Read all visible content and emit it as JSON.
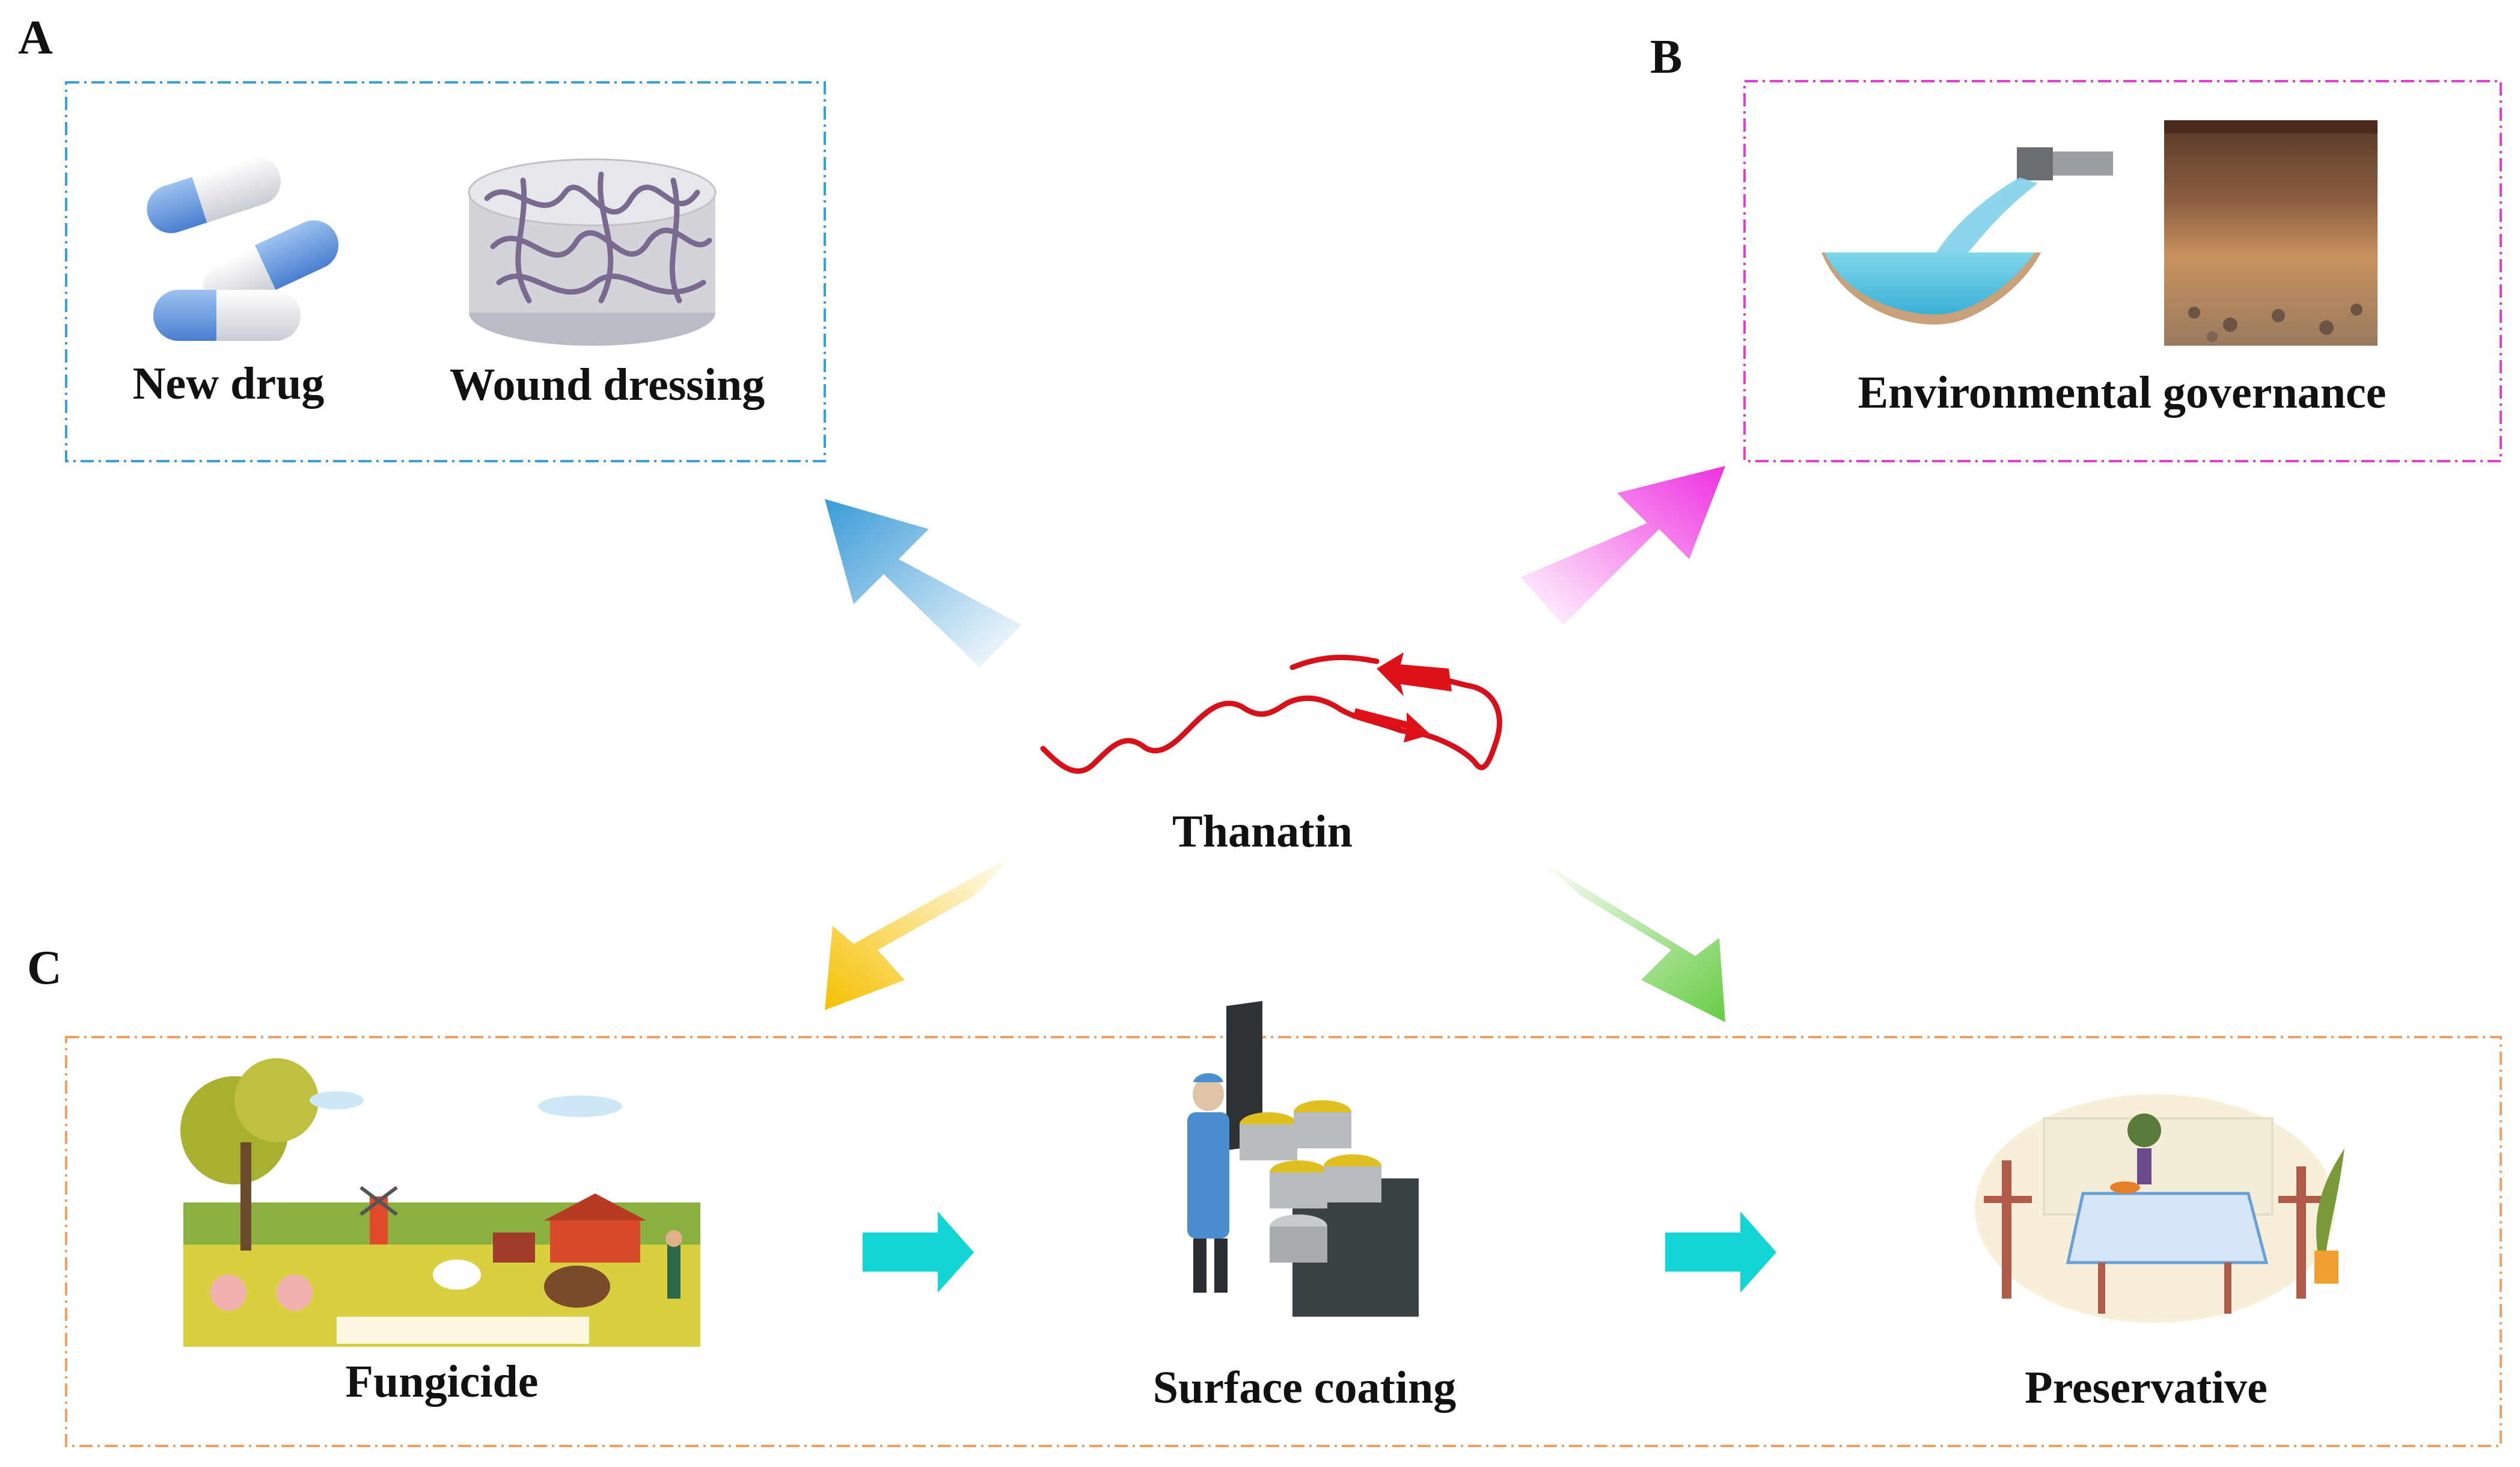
{
  "panels": {
    "a": {
      "letter": "A",
      "items": [
        {
          "label": "New drug",
          "icon": "capsule-pills-icon"
        },
        {
          "label": "Wound dressing",
          "icon": "hydrogel-dressing-icon"
        }
      ],
      "border_color": "#3aa0d8"
    },
    "b": {
      "letter": "B",
      "items": [
        {
          "label": "Environmental governance",
          "icon": "water-soil-icon"
        }
      ],
      "border_color": "#e040d0"
    },
    "c": {
      "letter": "C",
      "items": [
        {
          "label": "Fungicide",
          "icon": "farm-scene-icon"
        },
        {
          "label": "Surface coating",
          "icon": "coating-worker-icon"
        },
        {
          "label": "Preservative",
          "icon": "dining-table-icon"
        }
      ],
      "border_color": "#f0a060"
    }
  },
  "center": {
    "label": "Thanatin",
    "icon": "peptide-ribbon-icon"
  },
  "arrows": {
    "to_a_color": "#3a9ad8",
    "to_b_color": "#ee30e0",
    "to_c_left_color": "#f5c000",
    "to_c_right_color": "#66cc44",
    "flow_color": "#12d6d6"
  }
}
